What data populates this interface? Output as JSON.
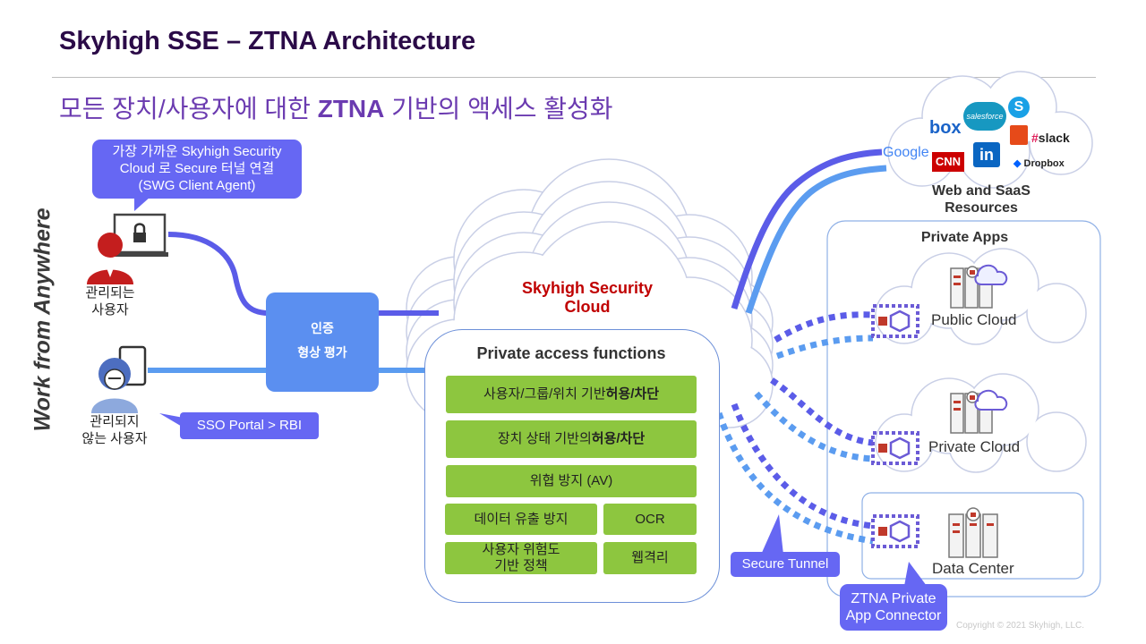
{
  "title": "Skyhigh SSE – ZTNA Architecture",
  "subtitle": {
    "prefix": "모든 장치/사용자에 대한 ",
    "highlight": "ZTNA",
    "suffix": " 기반의 액세스 활성화"
  },
  "vertical_label": "Work from Anywhere",
  "agent_bubble": {
    "line1": "가장 가까운 Skyhigh Security",
    "line2": "Cloud 로 Secure 터널 연결",
    "line3": "(SWG Client Agent)"
  },
  "managed_user": {
    "line1": "관리되는",
    "line2": "사용자"
  },
  "unmanaged_user": {
    "line1": "관리되지",
    "line2": "않는 사용자"
  },
  "sso_bubble": "SSO Portal > RBI",
  "auth_box": {
    "line1": "인증",
    "line2": "형상 평가"
  },
  "cloud_title": {
    "line1": "Skyhigh Security",
    "line2": "Cloud"
  },
  "private_access": {
    "heading": "Private access functions",
    "f1_plain": "사용자/그룹/위치 기반 ",
    "f1_bold": "허용/차단",
    "f2_plain": "장치 상태 기반의 ",
    "f2_bold": "허용/차단",
    "f3": "위협 방지 (AV)",
    "f4": "데이터 유출 방지",
    "f5": "OCR",
    "f6_line1": "사용자 위험도",
    "f6_line2": "기반 정책",
    "f7": "웹격리"
  },
  "saas": {
    "label_line1": "Web and SaaS",
    "label_line2": "Resources",
    "logos": {
      "box": "box",
      "salesforce": "salesforce",
      "google": "Google",
      "cnn": "CNN",
      "linkedin": "in",
      "slack": "slack",
      "dropbox": "Dropbox"
    }
  },
  "private_apps": {
    "label": "Private Apps",
    "public_cloud": "Public Cloud",
    "private_cloud": "Private Cloud",
    "data_center": "Data Center"
  },
  "secure_tunnel": "Secure Tunnel",
  "connector": {
    "line1": "ZTNA Private",
    "line2": "App Connector"
  },
  "copyright": "Copyright © 2021 Skyhigh, LLC.",
  "colors": {
    "title": "#2b0b48",
    "subtitle": "#6b3bb0",
    "bubble": "#6667f3",
    "auth": "#5b8ff0",
    "function_box": "#8dc63f",
    "cloud_title": "#c00000",
    "tunnel_dark": "#5b5ce8",
    "tunnel_light": "#5b9cf0"
  }
}
